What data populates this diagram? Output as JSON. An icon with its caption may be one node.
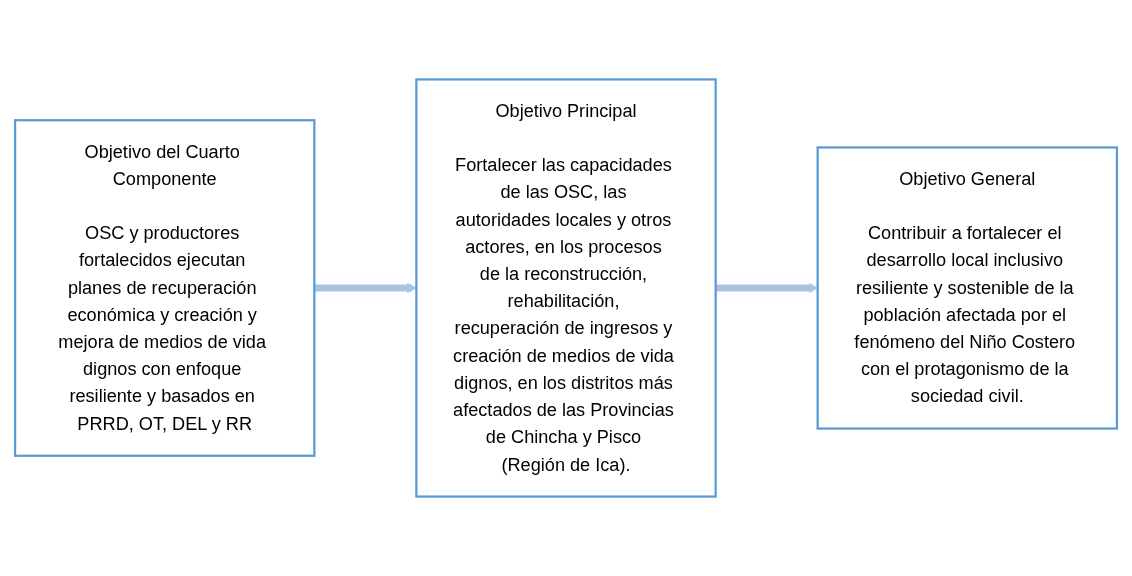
{
  "diagram": {
    "nodes": [
      {
        "text": [
          "Objetivo del Cuarto Componente",
          "OSC y productores fortalecidos ejecutan planes de recuperación económica y creación y mejora de medios de vida dignos con enfoque resiliente y basados en PRRD, OT, DEL y RR"
        ]
      },
      {
        "text": [
          "Objetivo Principal",
          "Fortalecer las capacidades de las OSC, las autoridades locales y otros actores, en los procesos de la reconstrucción, rehabilitación, recuperación de ingresos y creación de medios de vida dignos, en los distritos más afectados de las Provincias de Chincha y Pisco (Región de Ica)."
        ]
      },
      {
        "text": [
          "Objetivo General",
          "Contribuir a fortalecer el desarrollo local inclusivo resiliente y sostenible de la población afectada por el fenómeno del Niño Costero con el protagonismo de la sociedad civil."
        ]
      }
    ],
    "edges": [
      {
        "from": 0,
        "to": 1,
        "arrow": "to"
      },
      {
        "from": 1,
        "to": 2,
        "arrow": "to"
      }
    ]
  }
}
